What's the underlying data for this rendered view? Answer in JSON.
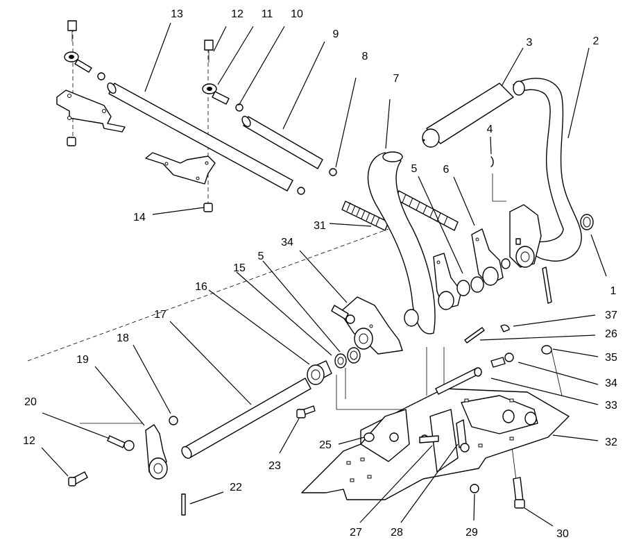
{
  "callouts": [
    "13",
    "12",
    "11",
    "10",
    "9",
    "8",
    "7",
    "3",
    "2",
    "4",
    "5",
    "6",
    "14",
    "31",
    "34",
    "15",
    "5",
    "16",
    "17",
    "18",
    "19",
    "20",
    "12",
    "1",
    "37",
    "26",
    "35",
    "34",
    "33",
    "32",
    "25",
    "23",
    "22",
    "27",
    "28",
    "29",
    "30"
  ]
}
